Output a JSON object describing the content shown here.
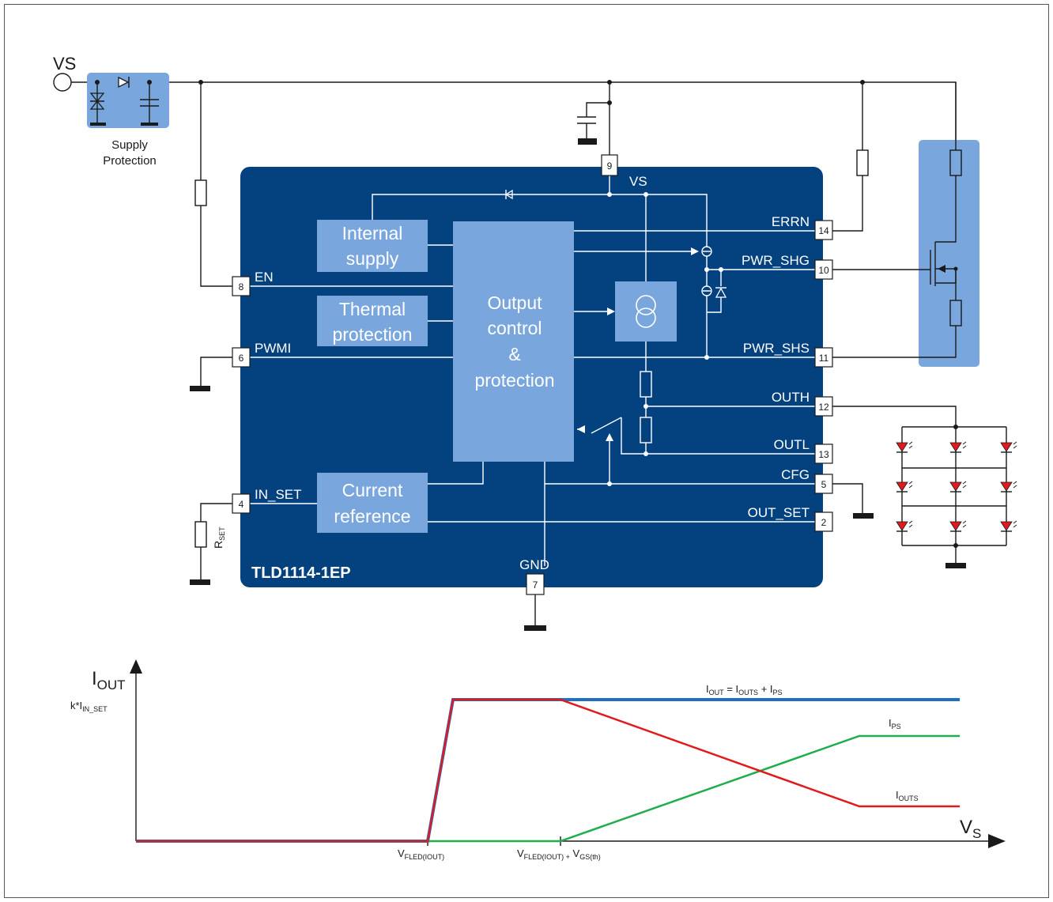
{
  "schematic": {
    "vs_input": "VS",
    "supply_protection": [
      "Supply",
      "Protection"
    ],
    "chip_name": "TLD1114-1EP",
    "blocks": {
      "internal_supply": [
        "Internal",
        "supply"
      ],
      "thermal_protection": [
        "Thermal",
        "protection"
      ],
      "output_control": [
        "Output",
        "control",
        "&",
        "protection"
      ],
      "current_reference": [
        "Current",
        "reference"
      ]
    },
    "internal_labels": {
      "vs": "VS",
      "errn": "ERRN",
      "pwr_shg": "PWR_SHG",
      "pwr_shs": "PWR_SHS",
      "outh": "OUTH",
      "outl": "OUTL",
      "cfg": "CFG",
      "out_set": "OUT_SET",
      "en": "EN",
      "pwmi": "PWMI",
      "in_set": "IN_SET",
      "gnd": "GND"
    },
    "pins": {
      "vs": "9",
      "errn": "14",
      "pwr_shg": "10",
      "pwr_shs": "11",
      "outh": "12",
      "outl": "13",
      "cfg": "5",
      "out_set": "2",
      "en": "8",
      "pwmi": "6",
      "in_set": "4",
      "gnd": "7"
    },
    "rset": {
      "main": "R",
      "sub": "SET"
    }
  },
  "graph": {
    "y_axis": {
      "main": "I",
      "sub": "OUT"
    },
    "x_axis": {
      "main": "V",
      "sub": "S"
    },
    "y_tick": {
      "main": "k*I",
      "sub": "IN_SET"
    },
    "x_tick1": {
      "main": "V",
      "sub": "FLED(IOUT)"
    },
    "x_tick2": {
      "main": "V",
      "sub": "FLED(IOUT) +",
      "main2": " V",
      "sub2": "GS(th)"
    },
    "label_total": {
      "a": "I",
      "a_sub": "OUT",
      "b": " = I",
      "b_sub": "OUTS",
      "c": " + I",
      "c_sub": "PS"
    },
    "label_ips": {
      "main": "I",
      "sub": "PS"
    },
    "label_iouts": {
      "main": "I",
      "sub": "OUTS"
    },
    "colors": {
      "total": "#1f6fc5",
      "iouts": "#e01b1b",
      "ips": "#1fae4b"
    }
  },
  "chart_data": {
    "type": "line",
    "xlabel": "VS",
    "ylabel": "IOUT",
    "x": [
      0,
      "VFLED(IOUT)",
      "VFLED(IOUT) + VGS(th)",
      "max"
    ],
    "series": [
      {
        "name": "IOUT = IOUTS + IPS",
        "shape": "zero until VFLED(IOUT), then constant at k*IIN_SET"
      },
      {
        "name": "IOUTS",
        "shape": "follows IOUT up to VFLED(IOUT) + VGS(th), then decreases linearly to a low level"
      },
      {
        "name": "IPS",
        "shape": "zero until VFLED(IOUT) + VGS(th), then increases linearly and saturates"
      }
    ],
    "y_tick": "k*IIN_SET"
  },
  "colors": {
    "chip": "#04427f",
    "block": "#7aa6de",
    "protection": "#7aa6de",
    "led": "#e01b1b"
  }
}
